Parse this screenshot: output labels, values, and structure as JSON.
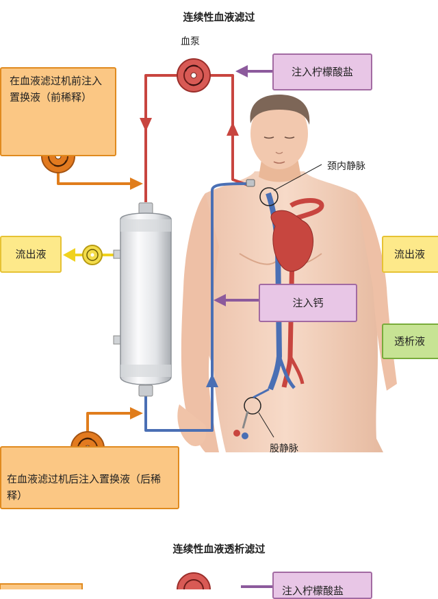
{
  "section1": {
    "title": "连续性血液滤过",
    "pump_label": "血泵",
    "citrate": "注入柠檬酸盐",
    "pre_dilution": "在血液滤过机前注入置换液（前稀释）",
    "effluent_left": "流出液",
    "effluent_right": "流出液",
    "calcium": "注入钙",
    "dialysate": "透析液",
    "jugular": "颈内静脉",
    "femoral": "股静脉",
    "post_dilution": "在血液滤过机后注入置换液（后稀释）"
  },
  "section2": {
    "title": "连续性血液透析滤过",
    "citrate_partial": "注入柠檬酸盐"
  },
  "colors": {
    "arterial": "#c8453f",
    "venous": "#4a6fb4",
    "replacement": "#e07d1c",
    "effluent": "#f0d21f",
    "infusion": "#8c5a9c"
  }
}
